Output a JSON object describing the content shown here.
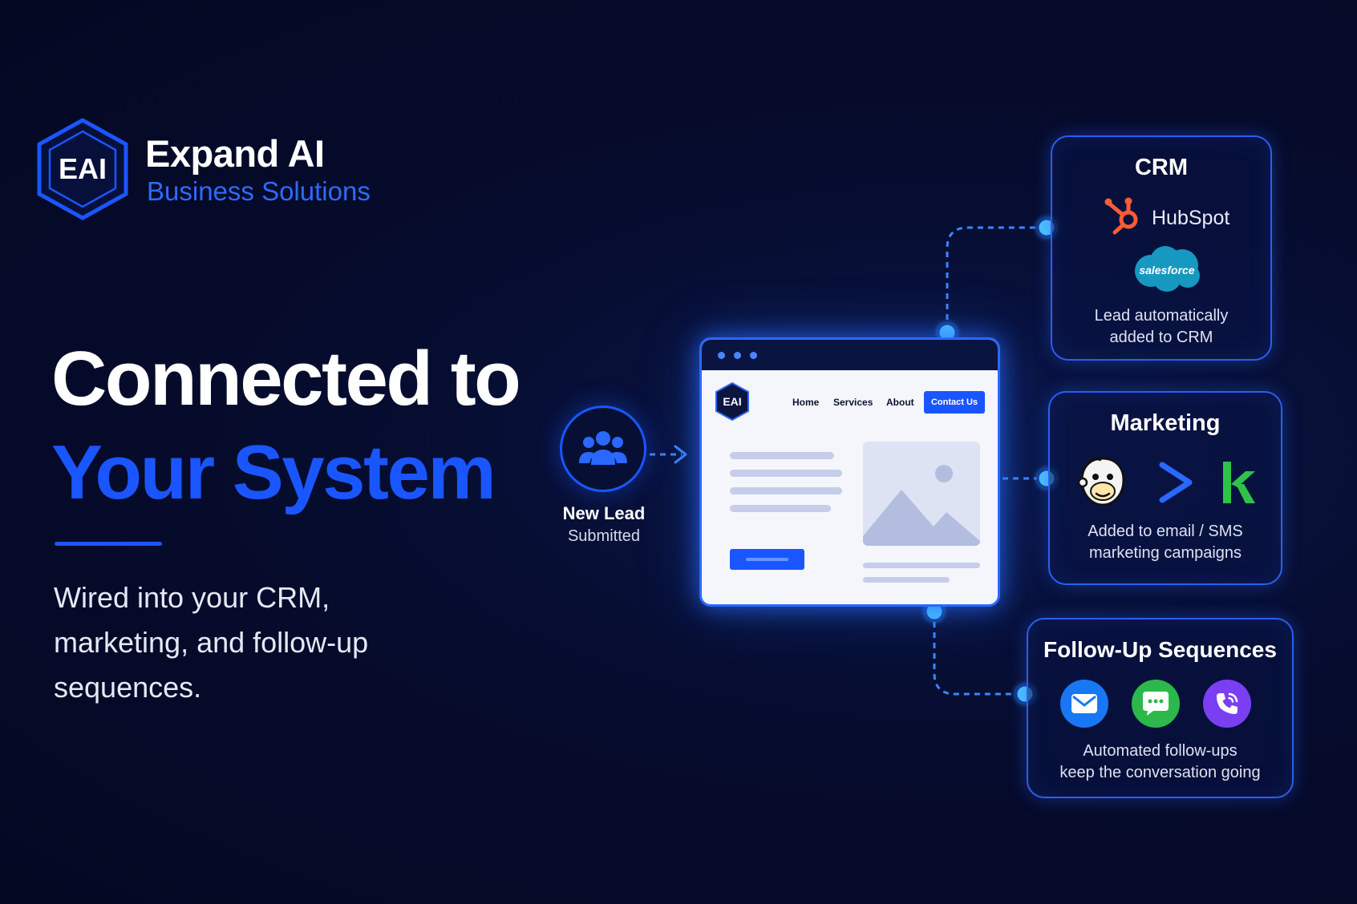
{
  "brand": {
    "logo_text": "EAI",
    "name": "Expand AI",
    "tagline": "Business Solutions"
  },
  "headline": {
    "line1": "Connected to",
    "line2": "Your System"
  },
  "subtext": "Wired into your CRM, marketing, and follow-up sequences.",
  "lead": {
    "icon": "users-icon",
    "label_bold": "New Lead",
    "label": "Submitted"
  },
  "website": {
    "logo_text": "EAI",
    "nav": [
      "Home",
      "Services",
      "About"
    ],
    "cta": "Contact Us"
  },
  "cards": {
    "crm": {
      "title": "CRM",
      "hubspot": "HubSpot",
      "salesforce": "salesforce",
      "desc_line1": "Lead automatically",
      "desc_line2": "added to CRM"
    },
    "marketing": {
      "title": "Marketing",
      "icons": [
        "mailchimp-icon",
        "activecampaign-icon",
        "klaviyo-icon"
      ],
      "desc_line1": "Added to email / SMS",
      "desc_line2": "marketing campaigns"
    },
    "followup": {
      "title": "Follow-Up Sequences",
      "icons": [
        "email-icon",
        "sms-icon",
        "phone-icon"
      ],
      "desc_line1": "Automated follow-ups",
      "desc_line2": "keep the conversation going"
    }
  },
  "colors": {
    "background": "#060c2e",
    "accent": "#1a56ff",
    "node": "#4fc3ff",
    "hubspot": "#ff5c35",
    "salesforce": "#1798c1",
    "klaviyo": "#2fc24a",
    "email": "#1877f2",
    "sms": "#2db84c",
    "phone": "#7a3ff2"
  }
}
